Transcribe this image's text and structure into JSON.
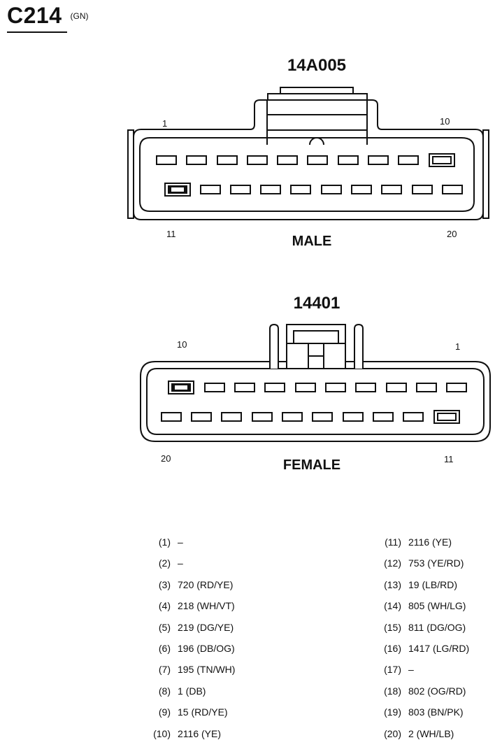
{
  "header": {
    "connector_id": "C214",
    "color_code": "(GN)"
  },
  "male": {
    "part_number": "14A005",
    "label": "MALE",
    "pin_labels": {
      "top_left": "1",
      "top_right": "10",
      "bottom_left": "11",
      "bottom_right": "20"
    }
  },
  "female": {
    "part_number": "14401",
    "label": "FEMALE",
    "pin_labels": {
      "top_left": "10",
      "top_right": "1",
      "bottom_left": "20",
      "bottom_right": "11"
    }
  },
  "pins_left": [
    {
      "num": "(1)",
      "desc": "–"
    },
    {
      "num": "(2)",
      "desc": "–"
    },
    {
      "num": "(3)",
      "desc": "720 (RD/YE)"
    },
    {
      "num": "(4)",
      "desc": "218 (WH/VT)"
    },
    {
      "num": "(5)",
      "desc": "219 (DG/YE)"
    },
    {
      "num": "(6)",
      "desc": "196 (DB/OG)"
    },
    {
      "num": "(7)",
      "desc": "195 (TN/WH)"
    },
    {
      "num": "(8)",
      "desc": "1 (DB)"
    },
    {
      "num": "(9)",
      "desc": "15 (RD/YE)"
    },
    {
      "num": "(10)",
      "desc": "2116 (YE)"
    }
  ],
  "pins_right": [
    {
      "num": "(11)",
      "desc": "2116 (YE)"
    },
    {
      "num": "(12)",
      "desc": "753 (YE/RD)"
    },
    {
      "num": "(13)",
      "desc": "19 (LB/RD)"
    },
    {
      "num": "(14)",
      "desc": "805 (WH/LG)"
    },
    {
      "num": "(15)",
      "desc": "811 (DG/OG)"
    },
    {
      "num": "(16)",
      "desc": "1417 (LG/RD)"
    },
    {
      "num": "(17)",
      "desc": "–"
    },
    {
      "num": "(18)",
      "desc": "802 (OG/RD)"
    },
    {
      "num": "(19)",
      "desc": "803 (BN/PK)"
    },
    {
      "num": "(20)",
      "desc": "2 (WH/LB)"
    }
  ]
}
